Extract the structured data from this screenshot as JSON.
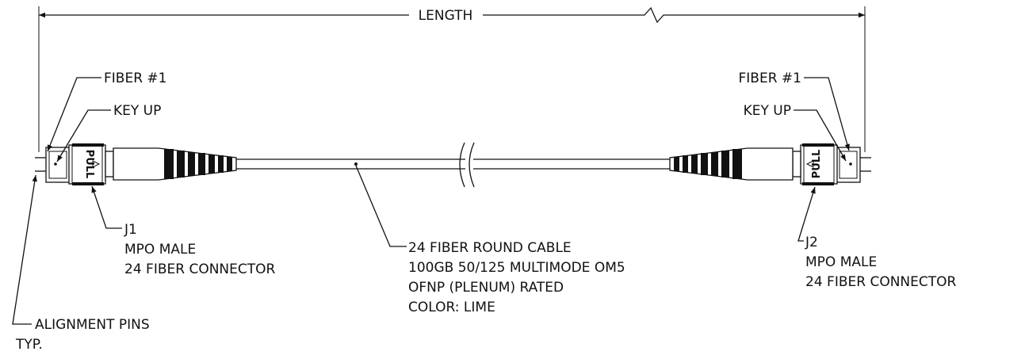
{
  "dimension": {
    "length_label": "LENGTH"
  },
  "left_end": {
    "fiber_label": "FIBER #1",
    "key_label": "KEY UP",
    "pull_text": "PULL",
    "connector_lines": [
      "J1",
      "MPO MALE",
      "24 FIBER CONNECTOR"
    ]
  },
  "right_end": {
    "fiber_label": "FIBER #1",
    "key_label": "KEY UP",
    "pull_text": "PULL",
    "connector_lines": [
      "J2",
      "MPO MALE",
      "24 FIBER CONNECTOR"
    ]
  },
  "cable": {
    "lines": [
      "24 FIBER ROUND CABLE",
      "100GB 50/125 MULTIMODE OM5",
      "OFNP (PLENUM) RATED",
      "COLOR: LIME"
    ]
  },
  "pins": {
    "lines": [
      "ALIGNMENT PINS",
      "TYP."
    ]
  }
}
